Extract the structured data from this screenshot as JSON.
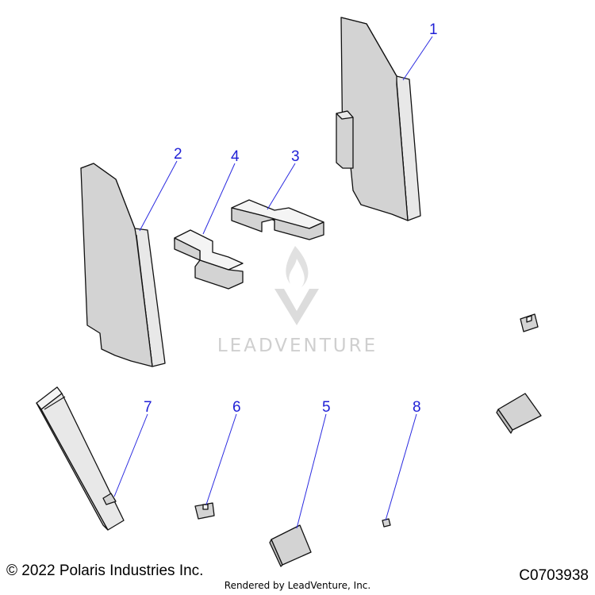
{
  "callouts": [
    "1",
    "2",
    "3",
    "4",
    "5",
    "6",
    "7",
    "8"
  ],
  "watermark": {
    "brand": "LEADVENTURE"
  },
  "footer": {
    "copyright": "© 2022 Polaris Industries Inc.",
    "rendered_by": "Rendered by LeadVenture, Inc.",
    "diagram_id": "C0703938"
  },
  "colors": {
    "callout": "#1f1fd6",
    "part_fill": "#d3d3d3",
    "outline": "#111111"
  }
}
